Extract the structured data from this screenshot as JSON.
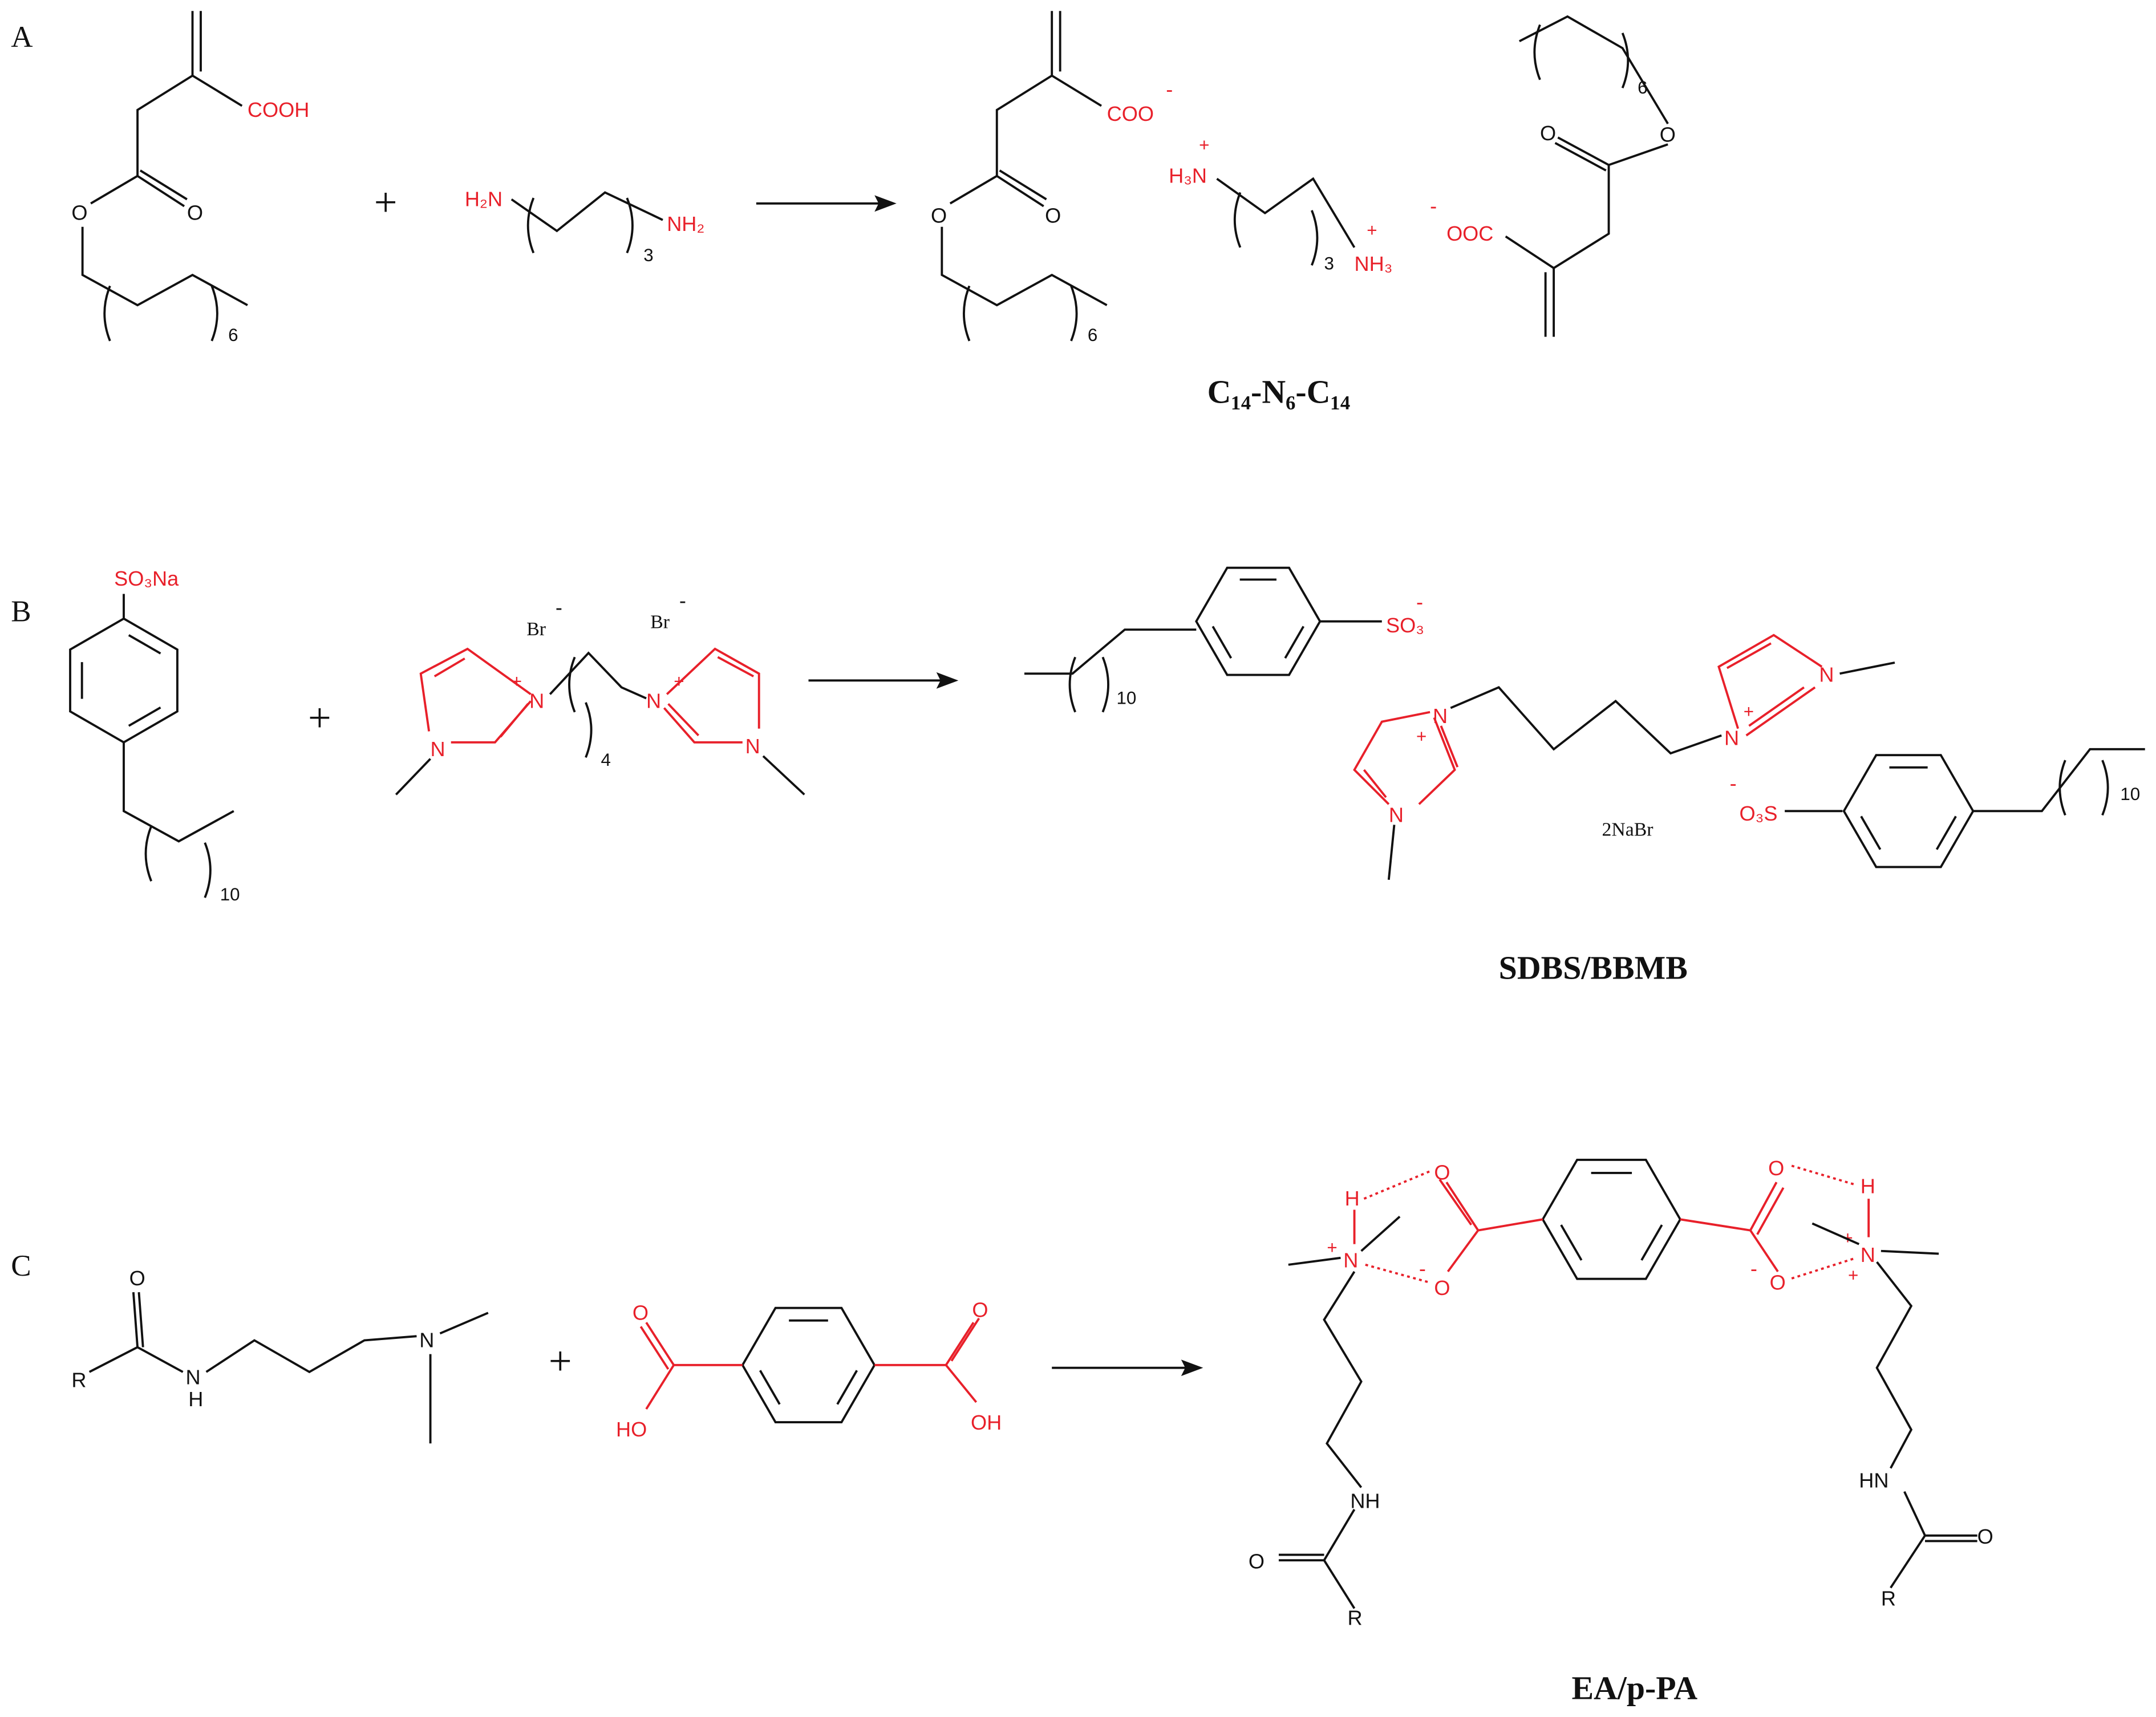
{
  "panels": {
    "a": {
      "letter": "A",
      "reactant1": {
        "acid": "COOH",
        "o_carbonyl": "O",
        "o_ester": "O",
        "repeat": "6"
      },
      "plus": "+",
      "reactant2": {
        "amine_left": "H₂N",
        "amine_right": "NH₂",
        "repeat": "3"
      },
      "product": {
        "carboxylate": "COO",
        "minus": "-",
        "o_carbonyl": "O",
        "o_ester": "O",
        "repeat": "6",
        "ammonium_left": "H₃N",
        "plus_left": "+",
        "ammonium_right": "NH₃",
        "plus_right": "+",
        "repeat_amine": "3",
        "carboxylate2": "OOC",
        "minus2": "-",
        "o_carbonyl2": "O",
        "o_ester2": "O",
        "repeat2": "6"
      },
      "name": "C₁₄-N₆-C₁₄"
    },
    "b": {
      "letter": "B",
      "reactant1": {
        "sulfonate": "SO₃Na",
        "repeat": "10"
      },
      "plus": "+",
      "reactant2": {
        "br1": "Br",
        "br1_charge": "-",
        "br2": "Br",
        "br2_charge": "-",
        "n_plus_left": "N",
        "n_plus_right": "N",
        "plus": "+",
        "n_left": "N",
        "n_right": "N",
        "repeat": "4"
      },
      "product": {
        "repeat_top": "10",
        "sulfonate_top": "SO₃",
        "sulfonate_top_charge": "-",
        "n_plus_left": "N",
        "n_plus_right": "N",
        "plus": "+",
        "n_left": "N",
        "n_right": "N",
        "salt": "2NaBr",
        "sulfonate_bottom": "O₃S",
        "sulfonate_bottom_charge": "-",
        "repeat_bottom": "10"
      },
      "name": "SDBS/BBMB"
    },
    "c": {
      "letter": "C",
      "reactant1": {
        "r": "R",
        "o": "O",
        "nh": "H",
        "n_label": "N",
        "n_amine": "N"
      },
      "plus": "+",
      "reactant2": {
        "o_left": "O",
        "ho_left": "HO",
        "o_right": "O",
        "oh_right": "OH"
      },
      "product": {
        "h_left": "H",
        "n_left": "N",
        "plus": "+",
        "o_left_top": "O",
        "o_left_bottom": "O",
        "minus": "-",
        "nh_left": "NH",
        "o_amide_left": "O",
        "r_left": "R",
        "h_right": "H",
        "n_right": "N",
        "o_right_top": "O",
        "o_right_bottom": "O",
        "hn_right": "HN",
        "o_amide_right": "O",
        "r_right": "R"
      },
      "name": "EA/p-PA"
    }
  },
  "colors": {
    "heteroatom": "#e8202a",
    "bond": "#111111"
  }
}
